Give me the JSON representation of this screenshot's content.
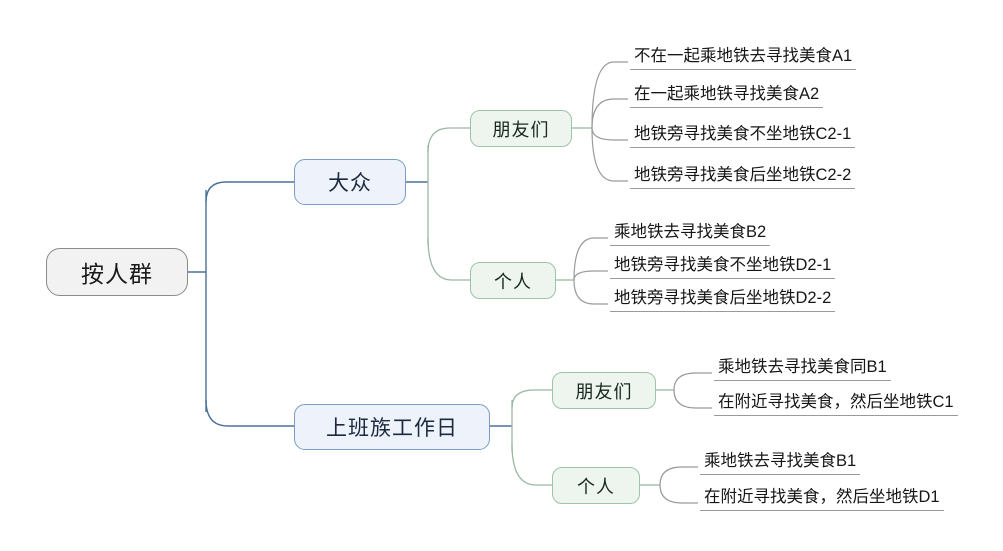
{
  "diagram": {
    "type": "mind-map",
    "title": "按人群",
    "colors": {
      "root_border": "#8b8b8b",
      "root_fill": "#f2f2f2",
      "blue_border": "#7b9cc4",
      "blue_fill": "#eef2fb",
      "green_border": "#9ec3a6",
      "green_fill": "#eef5ef",
      "leaf_line": "#9a9a9a",
      "connector_blue": "#4a7098",
      "connector_green": "#93b89b",
      "connector_gray": "#9a9a9a"
    },
    "root": {
      "label": "按人群"
    },
    "branches": [
      {
        "label": "大众",
        "children": [
          {
            "label": "朋友们",
            "leaves": [
              "不在一起乘地铁去寻找美食A1",
              "在一起乘地铁寻找美食A2",
              "地铁旁寻找美食不坐地铁C2-1",
              "地铁旁寻找美食后坐地铁C2-2"
            ]
          },
          {
            "label": "个人",
            "leaves": [
              "乘地铁去寻找美食B2",
              "地铁旁寻找美食不坐地铁D2-1",
              "地铁旁寻找美食后坐地铁D2-2"
            ]
          }
        ]
      },
      {
        "label": "上班族工作日",
        "children": [
          {
            "label": "朋友们",
            "leaves": [
              "乘地铁去寻找美食同B1",
              "在附近寻找美食，然后坐地铁C1"
            ]
          },
          {
            "label": "个人",
            "leaves": [
              "乘地铁去寻找美食B1",
              "在附近寻找美食，然后坐地铁D1"
            ]
          }
        ]
      }
    ]
  }
}
